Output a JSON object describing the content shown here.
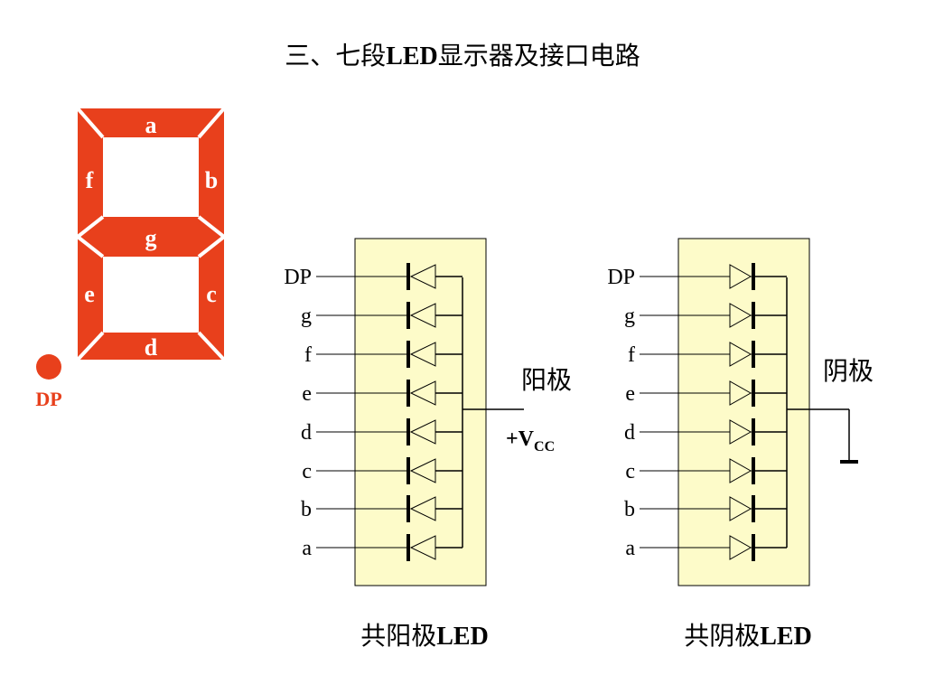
{
  "title": {
    "prefix": "三、七段",
    "led": "LED",
    "suffix": "显示器及接口电路"
  },
  "colors": {
    "segment": "#e8401c",
    "panel": "#fdfbc9",
    "line": "#000000"
  },
  "seven_segment": {
    "segments": [
      {
        "id": "a",
        "label": "a"
      },
      {
        "id": "b",
        "label": "b"
      },
      {
        "id": "c",
        "label": "c"
      },
      {
        "id": "d",
        "label": "d"
      },
      {
        "id": "e",
        "label": "e"
      },
      {
        "id": "f",
        "label": "f"
      },
      {
        "id": "g",
        "label": "g"
      }
    ],
    "dp_label": "DP"
  },
  "common_anode": {
    "pins": [
      "DP",
      "g",
      "f",
      "e",
      "d",
      "c",
      "b",
      "a"
    ],
    "side_label": "阳极",
    "supply": {
      "main": "+V",
      "sub": "CC"
    },
    "caption": {
      "zh": "共阳极",
      "en": "LED"
    }
  },
  "common_cathode": {
    "pins": [
      "DP",
      "g",
      "f",
      "e",
      "d",
      "c",
      "b",
      "a"
    ],
    "side_label": "阴极",
    "caption": {
      "zh": "共阴极",
      "en": "LED"
    }
  }
}
